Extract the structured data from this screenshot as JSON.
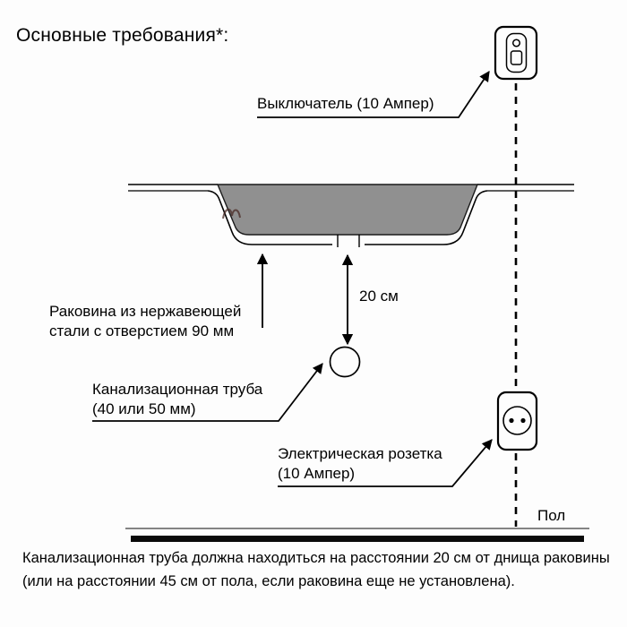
{
  "page": {
    "title": "Основные требования*:",
    "background": "#fdfdfd"
  },
  "diagram": {
    "switch_label": "Выключатель (10 Ампер)",
    "sink_label_line1": "Раковина из нержавеющей",
    "sink_label_line2": "стали с отверстием 90 мм",
    "distance_label": "20 см",
    "pipe_label_line1": "Канализационная труба",
    "pipe_label_line2": "(40 или 50 мм)",
    "outlet_label_line1": "Электрическая розетка",
    "outlet_label_line2": "(10 Ампер)",
    "floor_label": "Пол",
    "icons": [
      "switch-icon",
      "outlet-icon",
      "drain-pipe-circle"
    ],
    "colors": {
      "sink_fill": "#909090",
      "line": "#000000",
      "floor_bar": "#0a0a0a"
    }
  },
  "footnote": {
    "line1": "Канализационная труба должна находиться на расстоянии 20 см от днища раковины",
    "line2": "(или на расстоянии 45 см от пола, если раковина еще не установлена)."
  }
}
